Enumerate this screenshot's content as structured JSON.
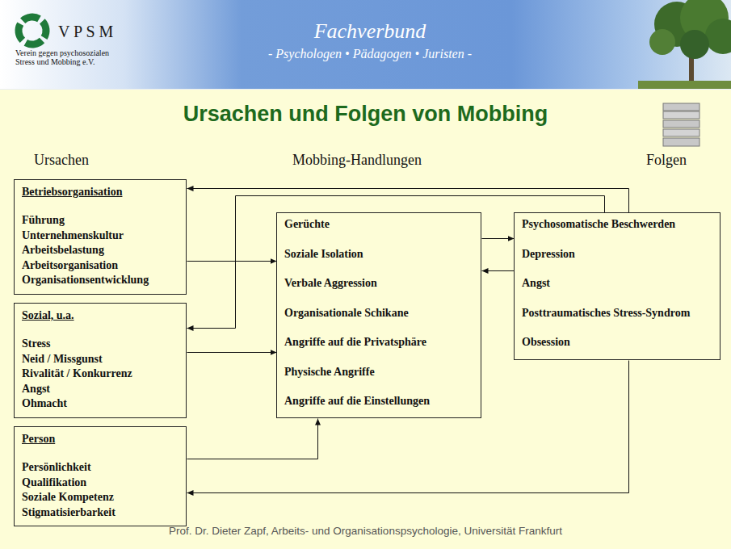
{
  "diagram": {
    "title": "Ursachen und Folgen von Mobbing",
    "caption": "Prof. Dr. Dieter Zapf, Arbeits- und Organisationspsychologie, Universität Frankfurt",
    "nodes": [
      {
        "text": [
          "Betriebsorganisation",
          "Führung",
          "Unternehmenskultur",
          "Arbeitsbelastung",
          "Arbeitsorganisation",
          "Organisationsentwicklung"
        ]
      },
      {
        "text": [
          "Sozial, u.a.",
          "Stress",
          "Neid / Missgunst",
          "Rivalität / Konkurrenz",
          "Angst",
          "Ohmacht"
        ]
      },
      {
        "text": [
          "Person",
          "Persönlichkeit",
          "Qualifikation",
          "Soziale Kompetenz",
          "Stigmatisierbarkeit"
        ]
      },
      {
        "text": [
          "Gerüchte",
          "Soziale Isolation",
          "Verbale Aggression",
          "Organisationale Schikane",
          "Angriffe auf die Privatsphäre",
          "Physische Angriffe",
          "Angriffe auf die Einstellungen"
        ]
      },
      {
        "text": [
          "Psychosomatische Beschwerden",
          "Depression",
          "Angst",
          "Posttraumatisches Stress-Syndrom",
          "Obsession"
        ]
      }
    ],
    "edges": [
      {
        "from": 0,
        "to": 3,
        "arrow": "to"
      },
      {
        "from": 1,
        "to": 3,
        "arrow": "to"
      },
      {
        "from": 2,
        "to": 3,
        "arrow": "to"
      },
      {
        "from": 3,
        "to": 4,
        "arrow": "to"
      },
      {
        "from": 4,
        "to": 3,
        "arrow": "to"
      },
      {
        "from": 4,
        "to": 0,
        "arrow": "to"
      },
      {
        "from": 4,
        "to": 1,
        "arrow": "to"
      },
      {
        "from": 4,
        "to": 2,
        "arrow": "to"
      }
    ],
    "labels": [
      "V P S M",
      "Verein gegen psychosozialen Stress und Mobbing e.V.",
      "Fachverbund",
      "- Psychologen • Pädagogen • Juristen -",
      "Ursachen",
      "Mobbing-Handlungen",
      "Folgen"
    ]
  }
}
